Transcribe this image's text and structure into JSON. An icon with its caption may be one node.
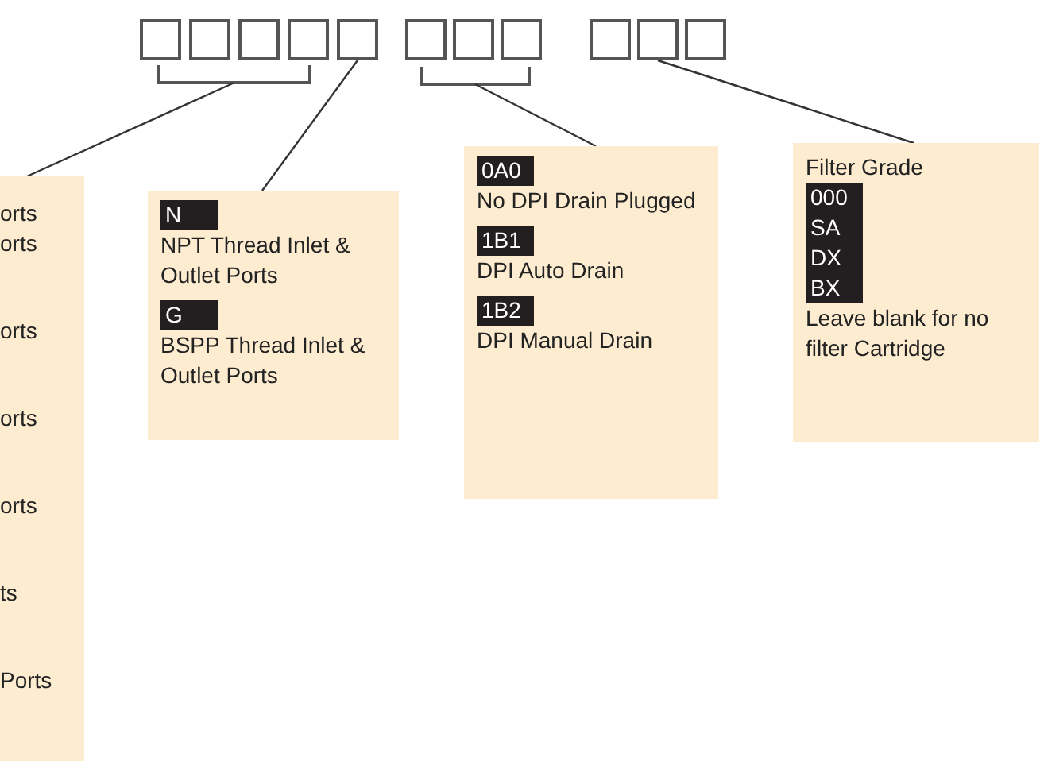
{
  "diagram": {
    "nodes": [
      {
        "text": [],
        "shape": "box"
      },
      {
        "text": [],
        "shape": "box"
      },
      {
        "text": [],
        "shape": "box"
      },
      {
        "text": [],
        "shape": "box"
      },
      {
        "text": [],
        "shape": "box"
      },
      {
        "text": [],
        "shape": "box"
      },
      {
        "text": [],
        "shape": "box"
      },
      {
        "text": [],
        "shape": "box"
      },
      {
        "text": [],
        "shape": "box"
      },
      {
        "text": [],
        "shape": "box"
      },
      {
        "text": [],
        "shape": "box"
      },
      {
        "text": [],
        "shape": "bracket"
      },
      {
        "text": [],
        "shape": "bracket"
      },
      {
        "text": [
          "orts",
          "orts",
          "orts",
          "orts",
          "orts",
          "ts",
          "Ports"
        ]
      },
      {
        "text": [
          "N",
          "NPT Thread Inlet & Outlet Ports",
          "G",
          "BSPP Thread Inlet & Outlet Ports"
        ]
      },
      {
        "text": [
          "0A0",
          "No DPI Drain Plugged",
          "1B1",
          "DPI Auto Drain",
          "1B2",
          "DPI Manual Drain"
        ]
      },
      {
        "text": [
          "Filter Grade",
          "000",
          "SA",
          "DX",
          "BX",
          "Leave blank for no filter Cartridge"
        ]
      }
    ],
    "edges": [
      {
        "from": 11,
        "to": 13,
        "arrow": "none"
      },
      {
        "from": 4,
        "to": 14,
        "arrow": "none"
      },
      {
        "from": 12,
        "to": 15,
        "arrow": "none"
      },
      {
        "from": 9,
        "to": 16,
        "arrow": "none"
      }
    ]
  }
}
